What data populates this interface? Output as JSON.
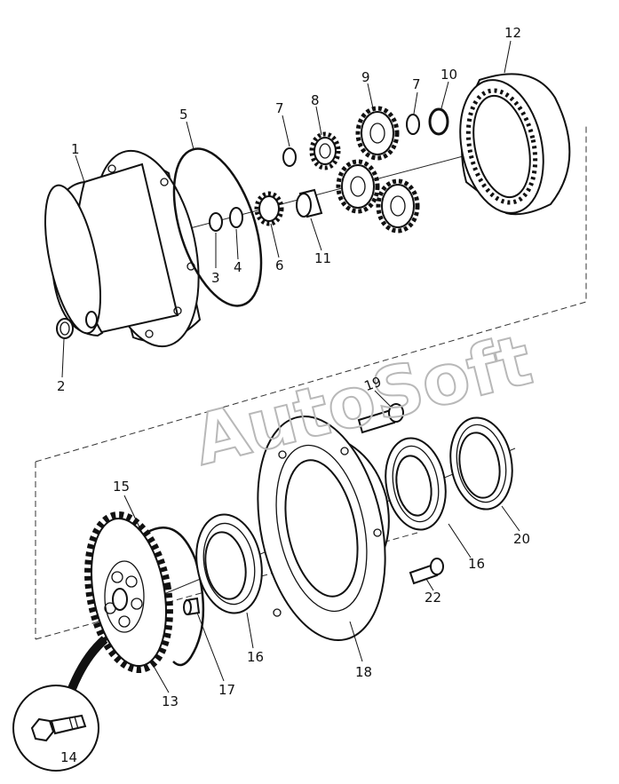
{
  "diagram": {
    "watermark": "AutoSoft",
    "callouts": {
      "c1": "1",
      "c2": "2",
      "c3": "3",
      "c4": "4",
      "c5": "5",
      "c6": "6",
      "c7a": "7",
      "c7b": "7",
      "c8": "8",
      "c9": "9",
      "c10": "10",
      "c11": "11",
      "c12": "12",
      "c13": "13",
      "c14": "14",
      "c15": "15",
      "c16a": "16",
      "c16b": "16",
      "c17": "17",
      "c18": "18",
      "c19": "19",
      "c20": "20",
      "c22": "22"
    }
  }
}
